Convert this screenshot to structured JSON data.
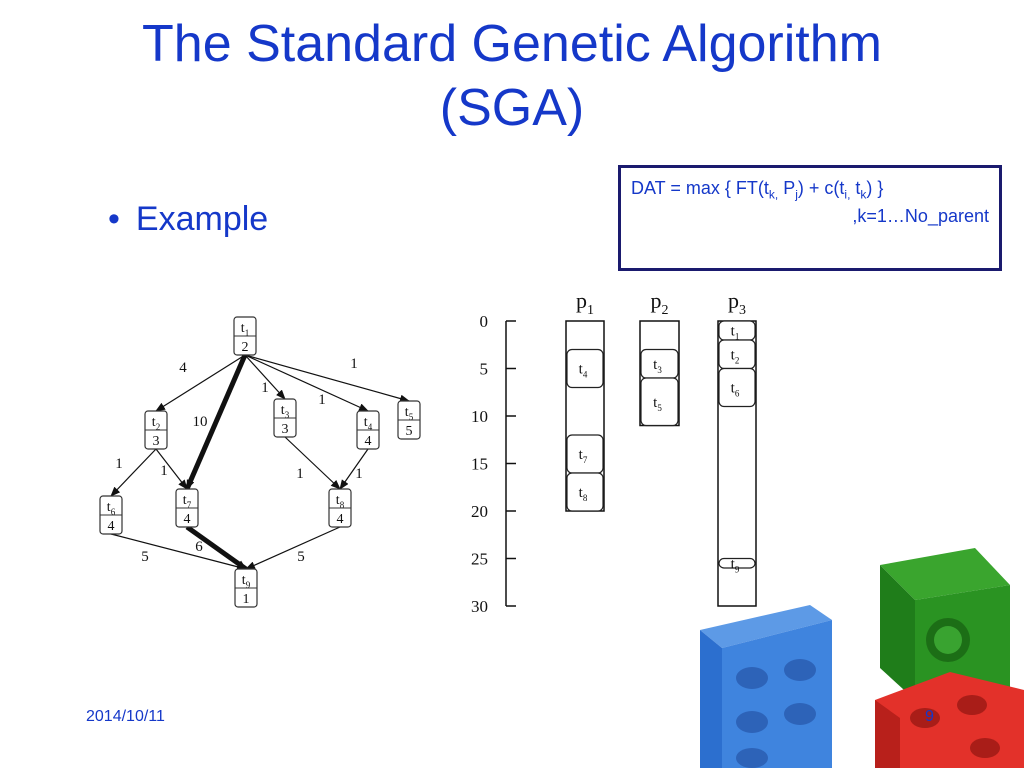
{
  "slide": {
    "title_line1": "The Standard Genetic Algorithm",
    "title_line2": "(SGA)",
    "bullet": "Example",
    "footer_date": "2014/10/11",
    "page_number": "9"
  },
  "formula": {
    "line1_a": "DAT = max { FT(t",
    "sub_k": "k,",
    "line1_b": " P",
    "sub_j": "j",
    "line1_c": ") + c(t",
    "sub_i": "i,",
    "line1_d": " t",
    "sub_k2": "k",
    "line1_e": ") }",
    "line2": ",k=1…No_parent"
  },
  "dag": {
    "nodes": [
      {
        "id": "t1",
        "label": "t",
        "sub": "1",
        "weight": "2"
      },
      {
        "id": "t2",
        "label": "t",
        "sub": "2",
        "weight": "3"
      },
      {
        "id": "t3",
        "label": "t",
        "sub": "3",
        "weight": "3"
      },
      {
        "id": "t4",
        "label": "t",
        "sub": "4",
        "weight": "4"
      },
      {
        "id": "t5",
        "label": "t",
        "sub": "5",
        "weight": "5"
      },
      {
        "id": "t6",
        "label": "t",
        "sub": "6",
        "weight": "4"
      },
      {
        "id": "t7",
        "label": "t",
        "sub": "7",
        "weight": "4"
      },
      {
        "id": "t8",
        "label": "t",
        "sub": "8",
        "weight": "4"
      },
      {
        "id": "t9",
        "label": "t",
        "sub": "9",
        "weight": "1"
      }
    ],
    "edges": [
      {
        "from": "t1",
        "to": "t2",
        "weight": "4"
      },
      {
        "from": "t1",
        "to": "t7",
        "weight": "10",
        "bold": true
      },
      {
        "from": "t1",
        "to": "t3",
        "weight": "1"
      },
      {
        "from": "t1",
        "to": "t4",
        "weight": "1"
      },
      {
        "from": "t1",
        "to": "t5",
        "weight": "1"
      },
      {
        "from": "t2",
        "to": "t6",
        "weight": "1"
      },
      {
        "from": "t2",
        "to": "t7",
        "weight": "1"
      },
      {
        "from": "t3",
        "to": "t8",
        "weight": "1"
      },
      {
        "from": "t4",
        "to": "t8",
        "weight": "1"
      },
      {
        "from": "t6",
        "to": "t9",
        "weight": "5"
      },
      {
        "from": "t7",
        "to": "t9",
        "weight": "6",
        "bold": true
      },
      {
        "from": "t8",
        "to": "t9",
        "weight": "5"
      }
    ]
  },
  "gantt": {
    "time_ticks": [
      "0",
      "5",
      "10",
      "15",
      "20",
      "25",
      "30"
    ],
    "processors": [
      {
        "label": "p",
        "sub": "1",
        "tasks": [
          {
            "label": "t",
            "sub": "4",
            "start": 3,
            "end": 7
          },
          {
            "label": "t",
            "sub": "7",
            "start": 12,
            "end": 16
          },
          {
            "label": "t",
            "sub": "8",
            "start": 16,
            "end": 20
          }
        ],
        "finish": 20
      },
      {
        "label": "p",
        "sub": "2",
        "tasks": [
          {
            "label": "t",
            "sub": "3",
            "start": 3,
            "end": 6
          },
          {
            "label": "t",
            "sub": "5",
            "start": 6,
            "end": 11
          }
        ],
        "finish": 11
      },
      {
        "label": "p",
        "sub": "3",
        "tasks": [
          {
            "label": "t",
            "sub": "1",
            "start": 0,
            "end": 2
          },
          {
            "label": "t",
            "sub": "2",
            "start": 2,
            "end": 5
          },
          {
            "label": "t",
            "sub": "6",
            "start": 5,
            "end": 9
          },
          {
            "label": "t",
            "sub": "9",
            "start": 25,
            "end": 26
          }
        ],
        "finish": 26
      }
    ]
  }
}
